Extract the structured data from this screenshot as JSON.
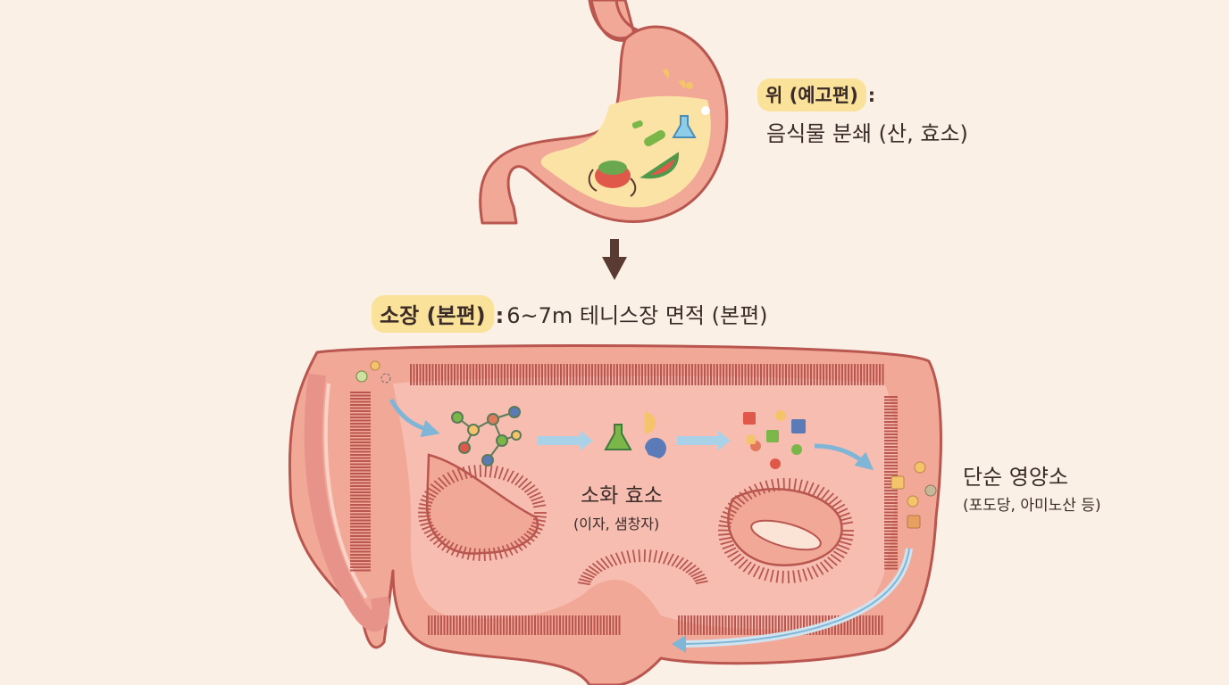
{
  "stomach": {
    "heading": "위 (예고편)",
    "colon": ":",
    "description": "음식물 분쇄 (산, 효소)"
  },
  "small_intestine": {
    "heading": "소장 (본편)",
    "colon": ":",
    "description": "6~7m 테니스장 면적 (본편)"
  },
  "enzyme": {
    "label": "소화 효소",
    "sub": "(이자, 샘창자)"
  },
  "nutrients": {
    "label": "단순 영양소",
    "sub": "(포도당, 아미노산 등)"
  },
  "colors": {
    "organ": "#f2a897",
    "organ_outline": "#b8564f",
    "stomach_fluid": "#fbe3a6",
    "highlight": "#fbe29a",
    "arrow": "#a9d2e9",
    "background": "#fbf0e6"
  }
}
